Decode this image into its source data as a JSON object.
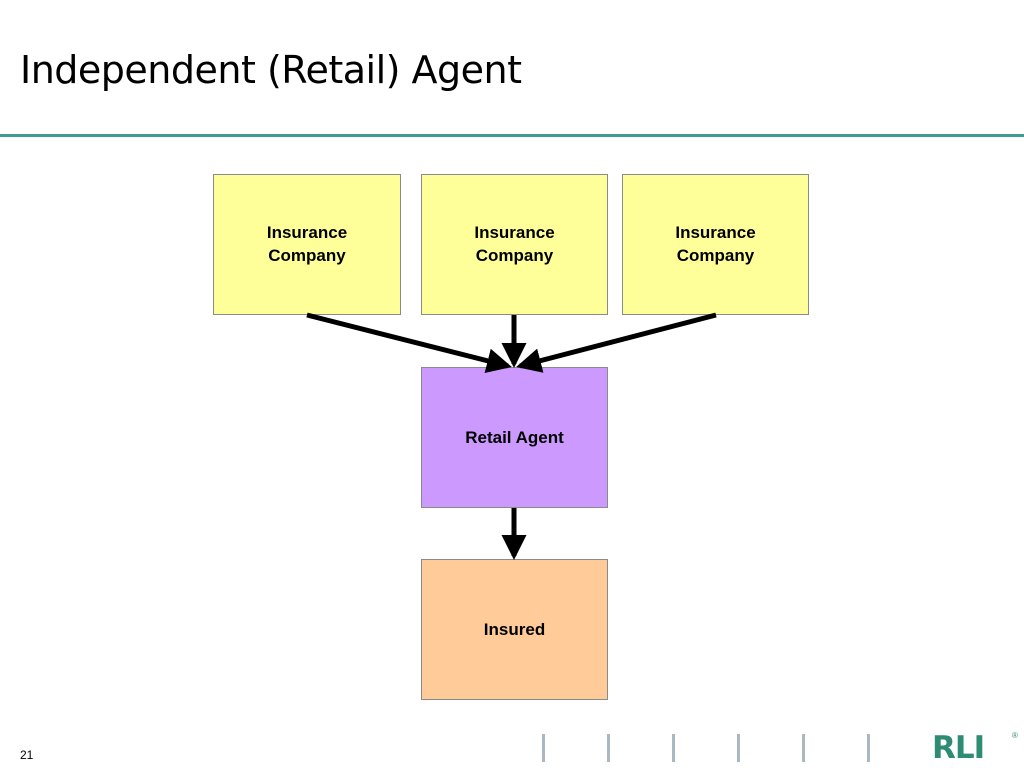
{
  "slide": {
    "title": "Independent (Retail) Agent",
    "page_number": "21"
  },
  "diagram": {
    "companies": [
      {
        "label": "Insurance Company"
      },
      {
        "label": "Insurance Company"
      },
      {
        "label": "Insurance Company"
      }
    ],
    "agent": {
      "label": "Retail Agent"
    },
    "insured": {
      "label": "Insured"
    },
    "colors": {
      "company_fill": "#ffff99",
      "agent_fill": "#cc99ff",
      "insured_fill": "#ffcc99",
      "arrow": "#000000",
      "rule": "#3f9e92"
    }
  },
  "footer": {
    "logo_text": "RLI",
    "logo_mark": "®",
    "logo_color": "#2e8b74"
  }
}
